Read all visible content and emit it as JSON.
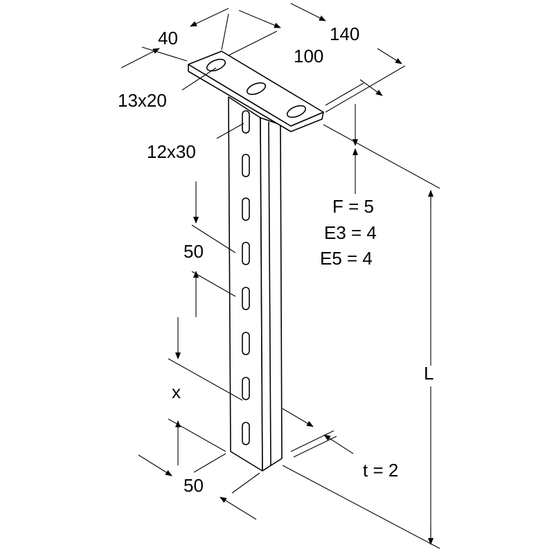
{
  "labels": {
    "plate_depth": "40",
    "plate_length": "140",
    "hole_spacing": "100",
    "plate_slot": "13x20",
    "profile_slot": "12x30",
    "slot_pitch": "50",
    "offset_x": "x",
    "profile_width": "50",
    "thickness": "t = 2",
    "length": "L",
    "load_f": "F = 5",
    "load_e3": "E3 = 4",
    "load_e5": "E5 = 4"
  }
}
